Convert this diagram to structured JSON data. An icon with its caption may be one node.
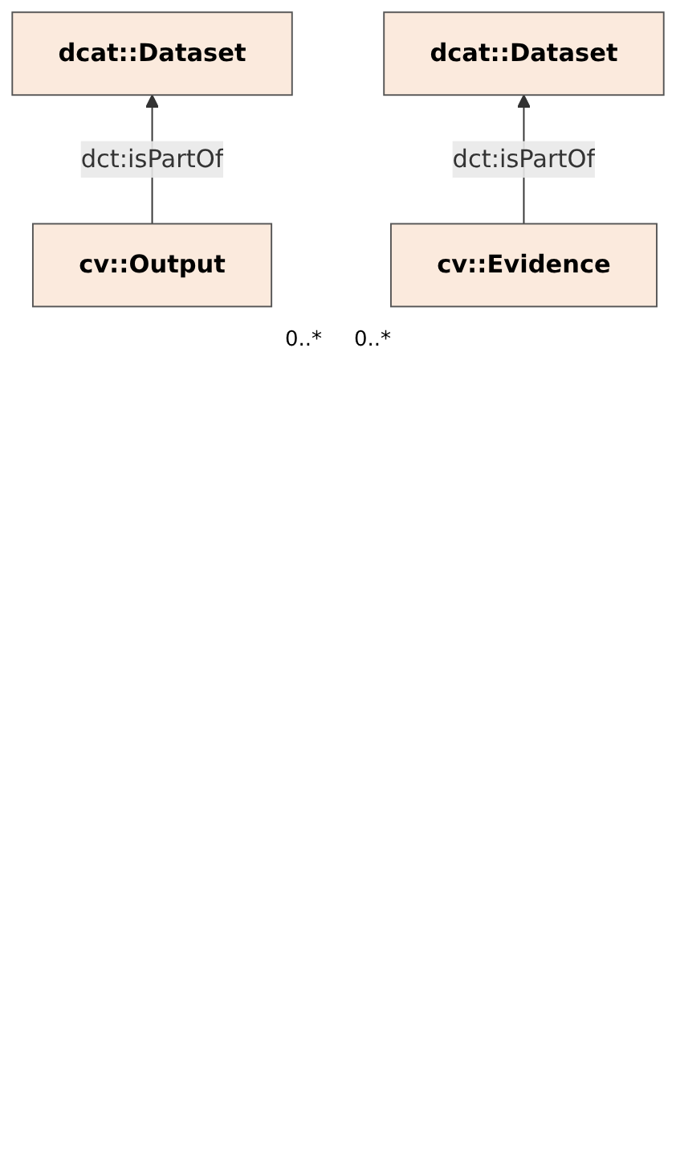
{
  "diagram": {
    "nodes": [
      {
        "text": [
          "dcat::Dataset"
        ]
      },
      {
        "text": [
          "cv::Output"
        ]
      },
      {
        "text": [
          "dcat::Dataset"
        ]
      },
      {
        "text": [
          "cv::Evidence"
        ]
      }
    ],
    "edges": [
      {
        "from": 1,
        "to": 0,
        "arrow": "to",
        "label": "dct:isPartOf"
      },
      {
        "from": 3,
        "to": 2,
        "arrow": "to",
        "label": "dct:isPartOf"
      }
    ],
    "labels": [
      "0..*",
      "0..*"
    ]
  }
}
